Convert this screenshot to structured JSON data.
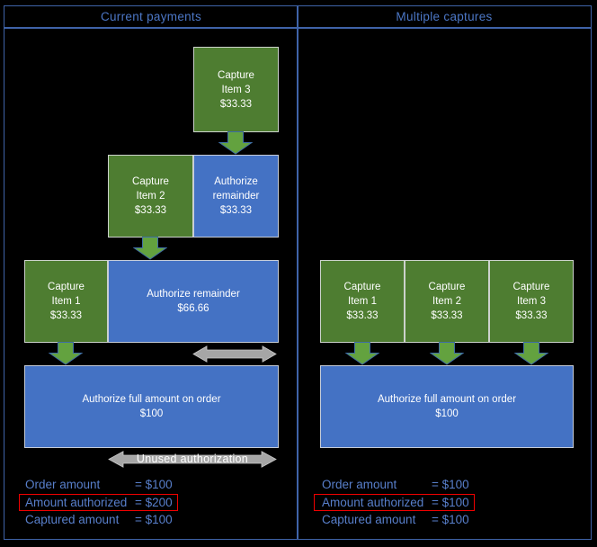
{
  "colors": {
    "background": "#000000",
    "table_border_blue": "#3f63a8",
    "capture_green": "#4e7d31",
    "authorize_blue": "#4472c4",
    "arrow_green": "#63a23f",
    "unused_gray": "#a6a6a6",
    "highlight_red": "#f00000",
    "label_blue": "#587fcb"
  },
  "left": {
    "header": "Current payments",
    "step1_capture": {
      "l1": "Capture",
      "l2": "Item 3",
      "l3": "$33.33"
    },
    "step2_capture": {
      "l1": "Capture",
      "l2": "Item 2",
      "l3": "$33.33"
    },
    "step2_auth": {
      "l1": "Authorize",
      "l2": "remainder",
      "l3": "$33.33"
    },
    "step3_capture": {
      "l1": "Capture",
      "l2": "Item 1",
      "l3": "$33.33"
    },
    "step3_auth": {
      "l1": "Authorize remainder",
      "l2": "$66.66"
    },
    "full_auth": {
      "l1": "Authorize full amount on order",
      "l2": "$100"
    },
    "unused_label": "Unused authorization",
    "summary": [
      {
        "label": "Order amount",
        "value": "= $100"
      },
      {
        "label": "Amount authorized",
        "value": "= $200"
      },
      {
        "label": "Captured amount",
        "value": "= $100"
      }
    ]
  },
  "right": {
    "header": "Multiple captures",
    "captures": [
      {
        "l1": "Capture",
        "l2": "Item 1",
        "l3": "$33.33"
      },
      {
        "l1": "Capture",
        "l2": "Item 2",
        "l3": "$33.33"
      },
      {
        "l1": "Capture",
        "l2": "Item 3",
        "l3": "$33.33"
      }
    ],
    "full_auth": {
      "l1": "Authorize full amount on order",
      "l2": "$100"
    },
    "summary": [
      {
        "label": "Order amount",
        "value": "= $100"
      },
      {
        "label": "Amount authorized",
        "value": "= $100"
      },
      {
        "label": "Captured amount",
        "value": "= $100"
      }
    ]
  }
}
